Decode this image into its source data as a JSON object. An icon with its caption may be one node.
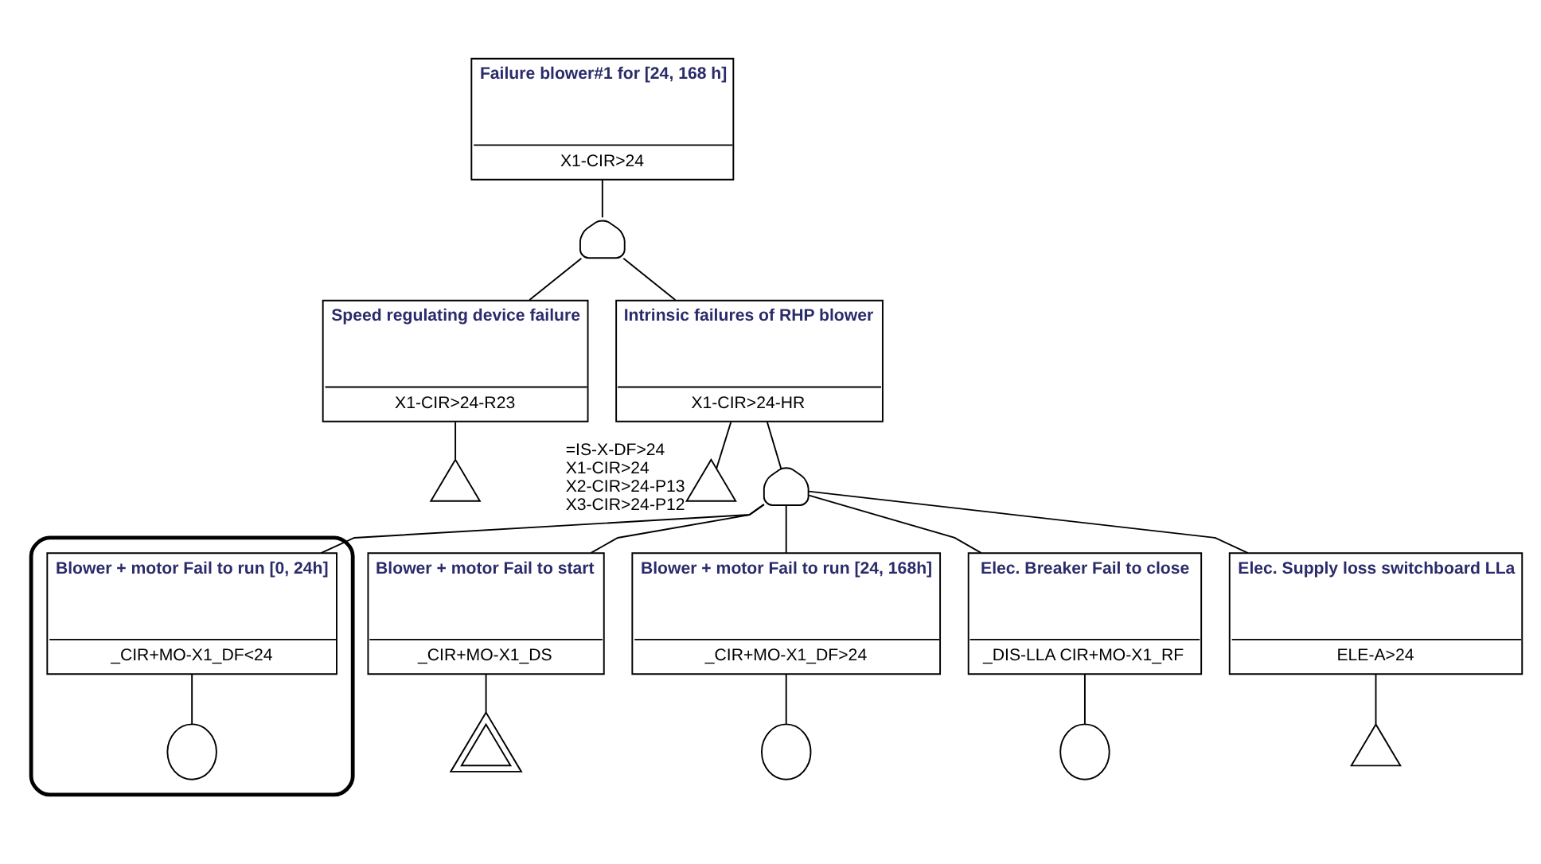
{
  "diagram": {
    "nodes": [
      {
        "text": [
          "Failure blower#1 for [24, 168 h]",
          "X1-CIR>24"
        ]
      },
      {
        "text": [],
        "shape": "gate"
      },
      {
        "text": [
          "Speed regulating device failure",
          "X1-CIR>24-R23"
        ]
      },
      {
        "text": [
          "Intrinsic failures of RHP blower",
          "X1-CIR>24-HR"
        ]
      },
      {
        "text": [],
        "shape": "triangle"
      },
      {
        "text": [],
        "shape": "triangle",
        "beside": [
          "=IS-X-DF>24",
          "X1-CIR>24",
          "X2-CIR>24-P13",
          "X3-CIR>24-P12"
        ]
      },
      {
        "text": [],
        "shape": "gate"
      },
      {
        "text": [
          "Blower + motor Fail to start",
          "_CIR+MO-X1_DS"
        ]
      },
      {
        "text": [],
        "shape": "triangle"
      },
      {
        "text": [],
        "shape": "box"
      },
      {
        "text": [
          "Blower + motor Fail to run [0, 24h]",
          "_CIR+MO-X1_DF<24"
        ],
        "in": 9
      },
      {
        "text": [],
        "shape": "circle",
        "in": 9
      },
      {
        "text": [
          "Blower + motor Fail to run [24, 168h]",
          "_CIR+MO-X1_DF>24"
        ]
      },
      {
        "text": [],
        "shape": "circle"
      },
      {
        "text": [
          "Elec. Breaker Fail to close",
          "_DIS-LLA CIR+MO-X1_RF"
        ]
      },
      {
        "text": [],
        "shape": "circle"
      },
      {
        "text": [
          "Elec. Supply loss switchboard LLa",
          "ELE-A>24"
        ]
      },
      {
        "text": [],
        "shape": "triangle"
      }
    ],
    "edges": [
      {
        "from": 0,
        "to": 1,
        "arrow": "none"
      },
      {
        "from": 1,
        "to": 2,
        "arrow": "none"
      },
      {
        "from": 1,
        "to": 3,
        "arrow": "none"
      },
      {
        "from": 2,
        "to": 4,
        "arrow": "none"
      },
      {
        "from": 3,
        "to": 5,
        "arrow": "none"
      },
      {
        "from": 3,
        "to": 6,
        "arrow": "none"
      },
      {
        "from": 6,
        "to": 7,
        "arrow": "none"
      },
      {
        "from": 6,
        "to": 10,
        "arrow": "none"
      },
      {
        "from": 6,
        "to": 12,
        "arrow": "none"
      },
      {
        "from": 6,
        "to": 14,
        "arrow": "none"
      },
      {
        "from": 6,
        "to": 16,
        "arrow": "none"
      },
      {
        "from": 7,
        "to": 8,
        "arrow": "none"
      },
      {
        "from": 10,
        "to": 11,
        "arrow": "none"
      },
      {
        "from": 12,
        "to": 13,
        "arrow": "none"
      },
      {
        "from": 14,
        "to": 15,
        "arrow": "none"
      },
      {
        "from": 16,
        "to": 17,
        "arrow": "none"
      }
    ]
  }
}
